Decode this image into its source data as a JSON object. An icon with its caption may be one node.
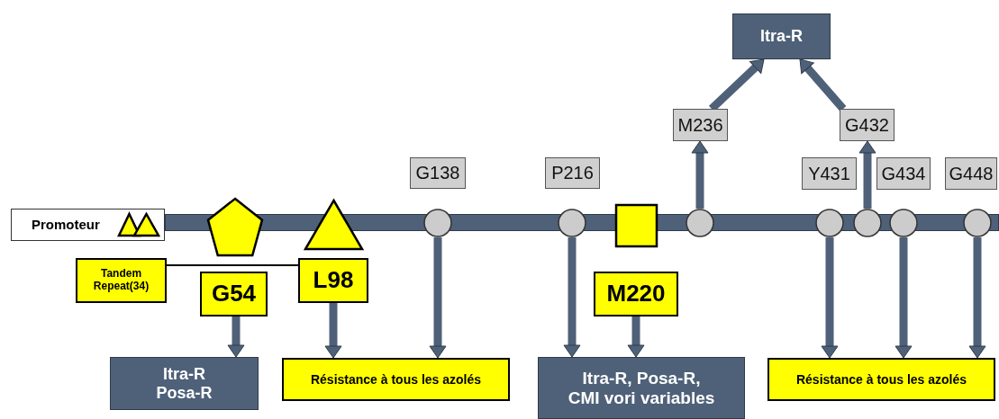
{
  "diagram": {
    "nodes": [
      {
        "text": [
          "Itra-R"
        ]
      },
      {
        "text": [
          "M236"
        ]
      },
      {
        "text": [
          "G432"
        ]
      },
      {
        "text": [
          "G138"
        ]
      },
      {
        "text": [
          "P216"
        ]
      },
      {
        "text": [
          "Y431"
        ]
      },
      {
        "text": [
          "G434"
        ]
      },
      {
        "text": [
          "G448"
        ]
      },
      {
        "text": [
          "Promoteur"
        ]
      },
      {
        "text": [],
        "shape": "triangle",
        "in": 8
      },
      {
        "text": [],
        "shape": "triangle",
        "in": 8
      },
      {
        "text": [],
        "shape": "pentagon"
      },
      {
        "text": [],
        "shape": "triangle"
      },
      {
        "text": [],
        "shape": "circle"
      },
      {
        "text": [],
        "shape": "circle"
      },
      {
        "text": [],
        "shape": "box"
      },
      {
        "text": [],
        "shape": "circle"
      },
      {
        "text": [],
        "shape": "circle"
      },
      {
        "text": [],
        "shape": "circle"
      },
      {
        "text": [],
        "shape": "circle"
      },
      {
        "text": [],
        "shape": "circle"
      },
      {
        "text": [
          "Tandem Repeat(34)"
        ]
      },
      {
        "text": [
          "G54"
        ]
      },
      {
        "text": [
          "L98"
        ]
      },
      {
        "text": [
          "M220"
        ]
      },
      {
        "text": [
          "Itra-R Posa-R"
        ]
      },
      {
        "text": [
          "Résistance à tous les azolés"
        ]
      },
      {
        "text": [
          "Itra-R, Posa-R, CMI vori variables"
        ]
      },
      {
        "text": [
          "Résistance à tous les azolés"
        ]
      },
      {
        "text": [],
        "shape": "bar"
      }
    ],
    "edges": [
      {
        "from": 16,
        "to": 1,
        "arrow": "to"
      },
      {
        "from": 18,
        "to": 2,
        "arrow": "to"
      },
      {
        "from": 1,
        "to": 0,
        "arrow": "to"
      },
      {
        "from": 2,
        "to": 0,
        "arrow": "to"
      },
      {
        "from": 21,
        "to": 23,
        "arrow": "none",
        "color": "#000000"
      },
      {
        "from": 22,
        "to": 25,
        "arrow": "to"
      },
      {
        "from": 23,
        "to": 26,
        "arrow": "to"
      },
      {
        "from": 13,
        "to": 26,
        "arrow": "to"
      },
      {
        "from": 14,
        "to": 27,
        "arrow": "to"
      },
      {
        "from": 24,
        "to": 27,
        "arrow": "to"
      },
      {
        "from": 17,
        "to": 28,
        "arrow": "to"
      },
      {
        "from": 19,
        "to": 28,
        "arrow": "to"
      },
      {
        "from": 20,
        "to": 28,
        "arrow": "to"
      }
    ]
  }
}
